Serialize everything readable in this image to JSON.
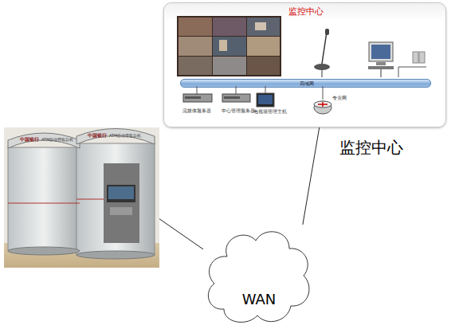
{
  "diagram": {
    "nodes": [
      {
        "text": [
          "监控中心",
          "监控中心"
        ]
      },
      {
        "text": [
          "局域网"
        ],
        "in": 0
      },
      {
        "text": [
          "中国银行",
          "ATM自动存取款机",
          "中国银行",
          "ATM自动存取款机"
        ]
      },
      {
        "text": [
          "WAN"
        ]
      }
    ],
    "edges": [
      {
        "from": 2,
        "to": 3,
        "arrow": "none"
      },
      {
        "from": 0,
        "to": 3,
        "arrow": "none"
      }
    ],
    "labels": [
      "流媒体服务器",
      "中心管理服务器",
      "电视墙管理主机",
      "专业网"
    ]
  }
}
